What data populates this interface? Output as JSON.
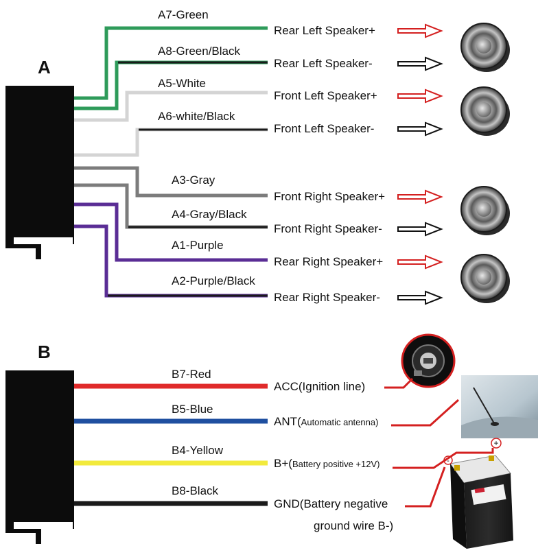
{
  "section_a": {
    "label": "A",
    "wires": [
      {
        "name": "A7-Green",
        "color": "#2e9b5a",
        "function": "Rear Left Speaker+",
        "arrow": "red"
      },
      {
        "name": "A8-Green/Black",
        "color": "#1a1a1a",
        "function": "Rear Left Speaker-",
        "arrow": "black"
      },
      {
        "name": "A5-White",
        "color": "#d4d4d4",
        "function": "Front Left Speaker+",
        "arrow": "red"
      },
      {
        "name": "A6-white/Black",
        "color": "#1a1a1a",
        "function": "Front Left Speaker-",
        "arrow": "black"
      },
      {
        "name": "A3-Gray",
        "color": "#7c7c7c",
        "function": "Front Right Speaker+",
        "arrow": "red"
      },
      {
        "name": "A4-Gray/Black",
        "color": "#1a1a1a",
        "function": "Front Right Speaker-",
        "arrow": "black"
      },
      {
        "name": "A1-Purple",
        "color": "#5a2d95",
        "function": "Rear Right Speaker+",
        "arrow": "red"
      },
      {
        "name": "A2-Purple/Black",
        "color": "#1a1a1a",
        "function": "Rear Right Speaker-",
        "arrow": "black"
      }
    ]
  },
  "section_b": {
    "label": "B",
    "wires": [
      {
        "name": "B7-Red",
        "color": "#e02a2a",
        "function_main": "ACC(Ignition line)",
        "function_small": ""
      },
      {
        "name": "B5-Blue",
        "color": "#1f4fa0",
        "function_main": "ANT(",
        "function_small": "Automatic antenna)"
      },
      {
        "name": "B4-Yellow",
        "color": "#f2ea3c",
        "function_main": "B+(",
        "function_small": "Battery positive +12V)"
      },
      {
        "name": "B8-Black",
        "color": "#1a1a1a",
        "function_main": "GND(Battery negative",
        "function_small": ""
      }
    ],
    "gnd_line2": "ground wire B-)"
  },
  "battery": {
    "plus_symbol": "+",
    "minus_symbol": "-"
  },
  "colors": {
    "stripe": "#1a1a1a",
    "arrow_red": "#d42020",
    "arrow_black": "#111111",
    "connector": "#0c0c0c",
    "callout_red": "#d42020"
  }
}
